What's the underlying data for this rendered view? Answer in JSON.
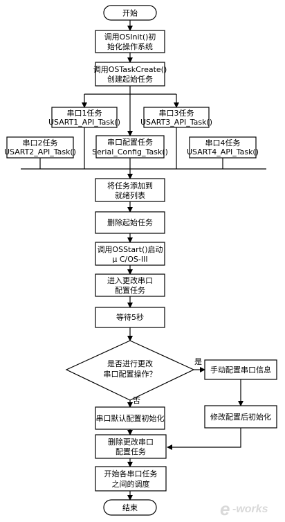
{
  "nodes": {
    "start": [
      "开始"
    ],
    "init_os": [
      "调用OSInit()初",
      "始化操作系统"
    ],
    "create_start_task": [
      "调用OSTaskCreate()",
      "创建起始任务"
    ],
    "uart1": [
      "串口1任务",
      "USART1_API_Task()"
    ],
    "uart3": [
      "串口3任务",
      "USART3_API_Task()"
    ],
    "uart2": [
      "串口2任务",
      "USART2_API_Task()"
    ],
    "serial_config": [
      "串口配置任务",
      "Serial_Config_Task()"
    ],
    "uart4": [
      "串口4任务",
      "USART4_API_Task()"
    ],
    "add_ready": [
      "将任务添加到",
      "就绪列表"
    ],
    "delete_start": [
      "删除起始任务"
    ],
    "os_start": [
      "调用OSStart()启动",
      "μ C/OS-III"
    ],
    "enter_change": [
      "进入更改串口",
      "配置任务"
    ],
    "wait": [
      "等待5秒"
    ],
    "decision": [
      "是否进行更改",
      "串口配置操作？"
    ],
    "manual_config": [
      "手动配置串口信息"
    ],
    "default_init": [
      "串口默认配置初始化"
    ],
    "modify_init": [
      "修改配置后初始化"
    ],
    "delete_change": [
      "删除更改串口",
      "配置任务"
    ],
    "start_sched": [
      "开始各串口任务",
      "之间的调度"
    ],
    "end": [
      "结束"
    ]
  },
  "labels": {
    "yes": "是",
    "no": "否"
  },
  "watermark": {
    "mark": "e",
    "text": "-works"
  },
  "colors": {
    "stroke": "#000000",
    "fill": "#ffffff",
    "watermark": "#dcdcdc"
  }
}
